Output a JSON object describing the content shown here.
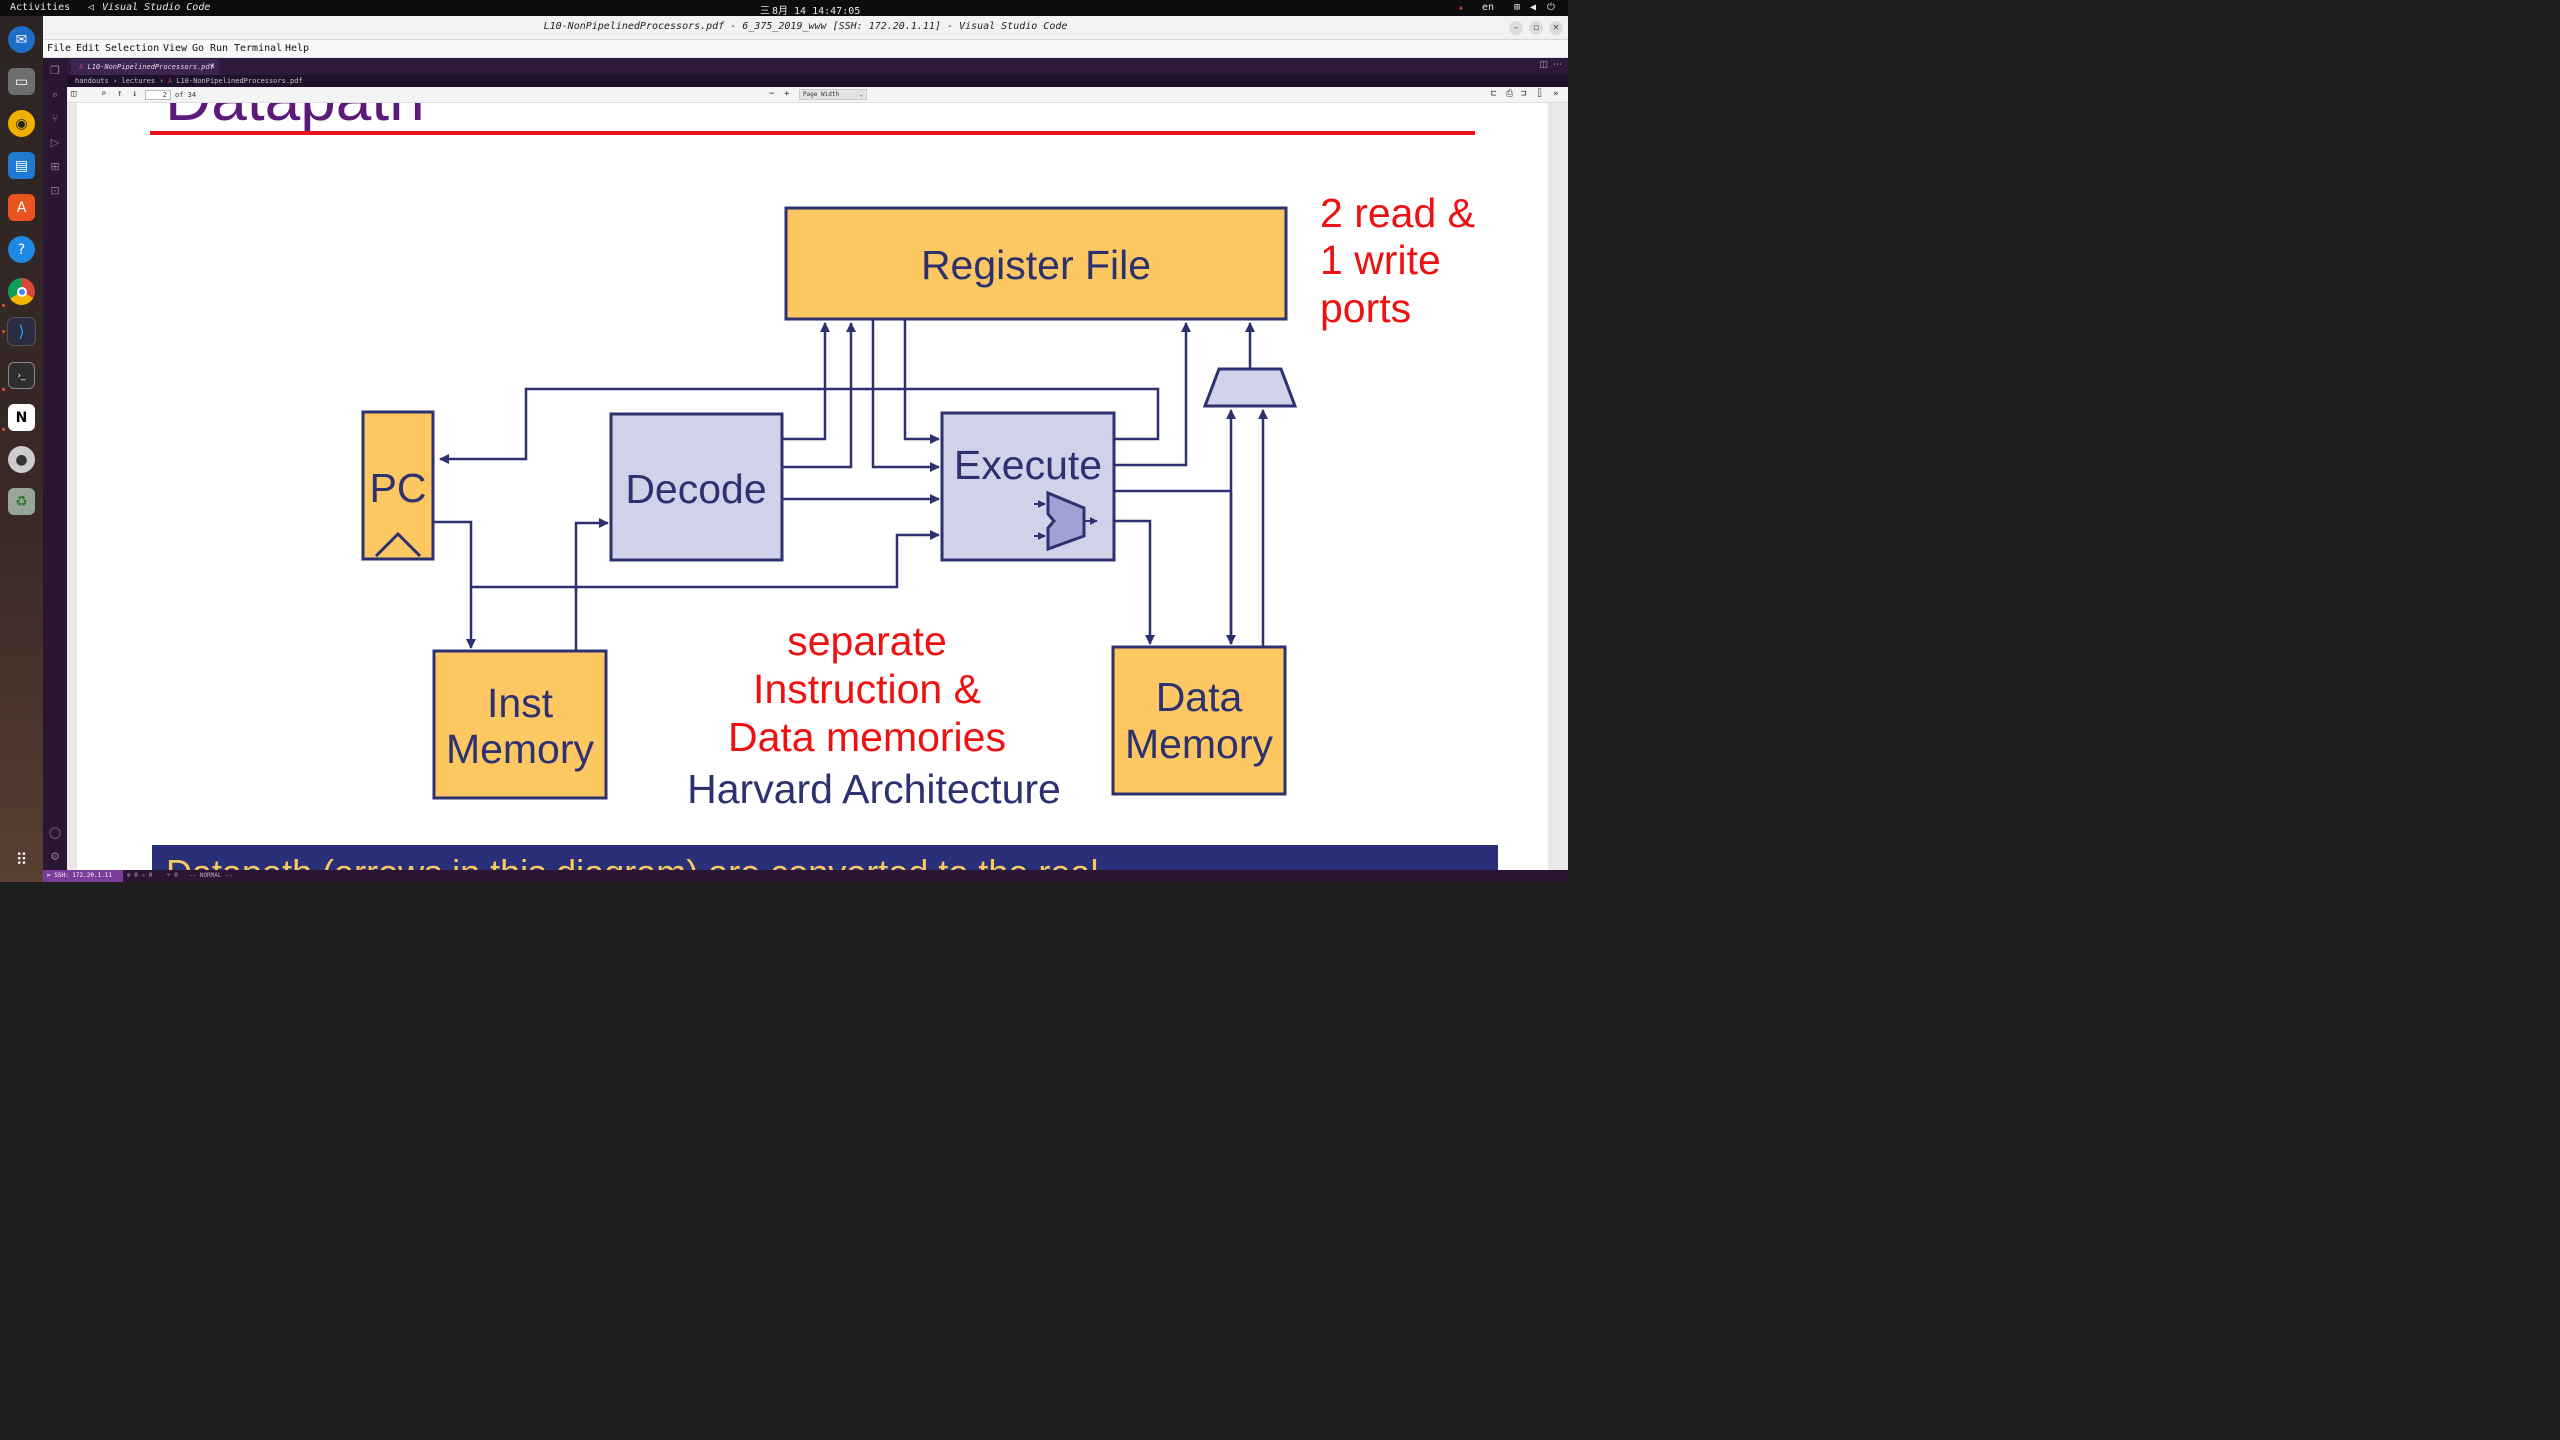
{
  "topbar": {
    "activities": "Activities",
    "app_name": "Visual Studio Code",
    "clock": "8月 14 14:47:05",
    "lang": "en"
  },
  "window": {
    "title": "L10-NonPipelinedProcessors.pdf - 6_375_2019_www [SSH: 172.20.1.11] - Visual Studio Code"
  },
  "menu": [
    "File",
    "Edit",
    "Selection",
    "View",
    "Go",
    "Run",
    "Terminal",
    "Help"
  ],
  "tab": {
    "label": "L10-NonPipelinedProcessors.pdf",
    "close": "×"
  },
  "breadcrumbs": [
    "handouts",
    "lectures",
    "L10-NonPipelinedProcessors.pdf"
  ],
  "pdf_toolbar": {
    "page": "2",
    "of_pages": "of 34",
    "zoom_minus": "−",
    "zoom_plus": "+",
    "zoom_mode": "Page Width"
  },
  "slide": {
    "title": "Datapath",
    "blocks": {
      "register_file": "Register File",
      "pc": "PC",
      "decode": "Decode",
      "execute": "Execute",
      "inst_memory_1": "Inst",
      "inst_memory_2": "Memory",
      "data_memory_1": "Data",
      "data_memory_2": "Memory"
    },
    "annotations": {
      "ports_1": "2 read &",
      "ports_2": "1 write",
      "ports_3": "ports",
      "sep_1": "separate",
      "sep_2": "Instruction &",
      "sep_3": "Data memories",
      "harvard": "Harvard Architecture"
    },
    "footer_text": "Datapath (arrows in this diagram) are converted to the real"
  },
  "status": {
    "remote": "SSH: 172.20.1.11",
    "problems": "⊗ 0 ⚠ 0",
    "ports": "⑂ 0",
    "mode": "-- NORMAL --"
  },
  "colors": {
    "block_yellow": "#fdc862",
    "block_lavender": "#d0d2ea",
    "line_navy": "#2d3170",
    "annotation_red": "#ee1111",
    "title_purple": "#5c1a7a"
  }
}
